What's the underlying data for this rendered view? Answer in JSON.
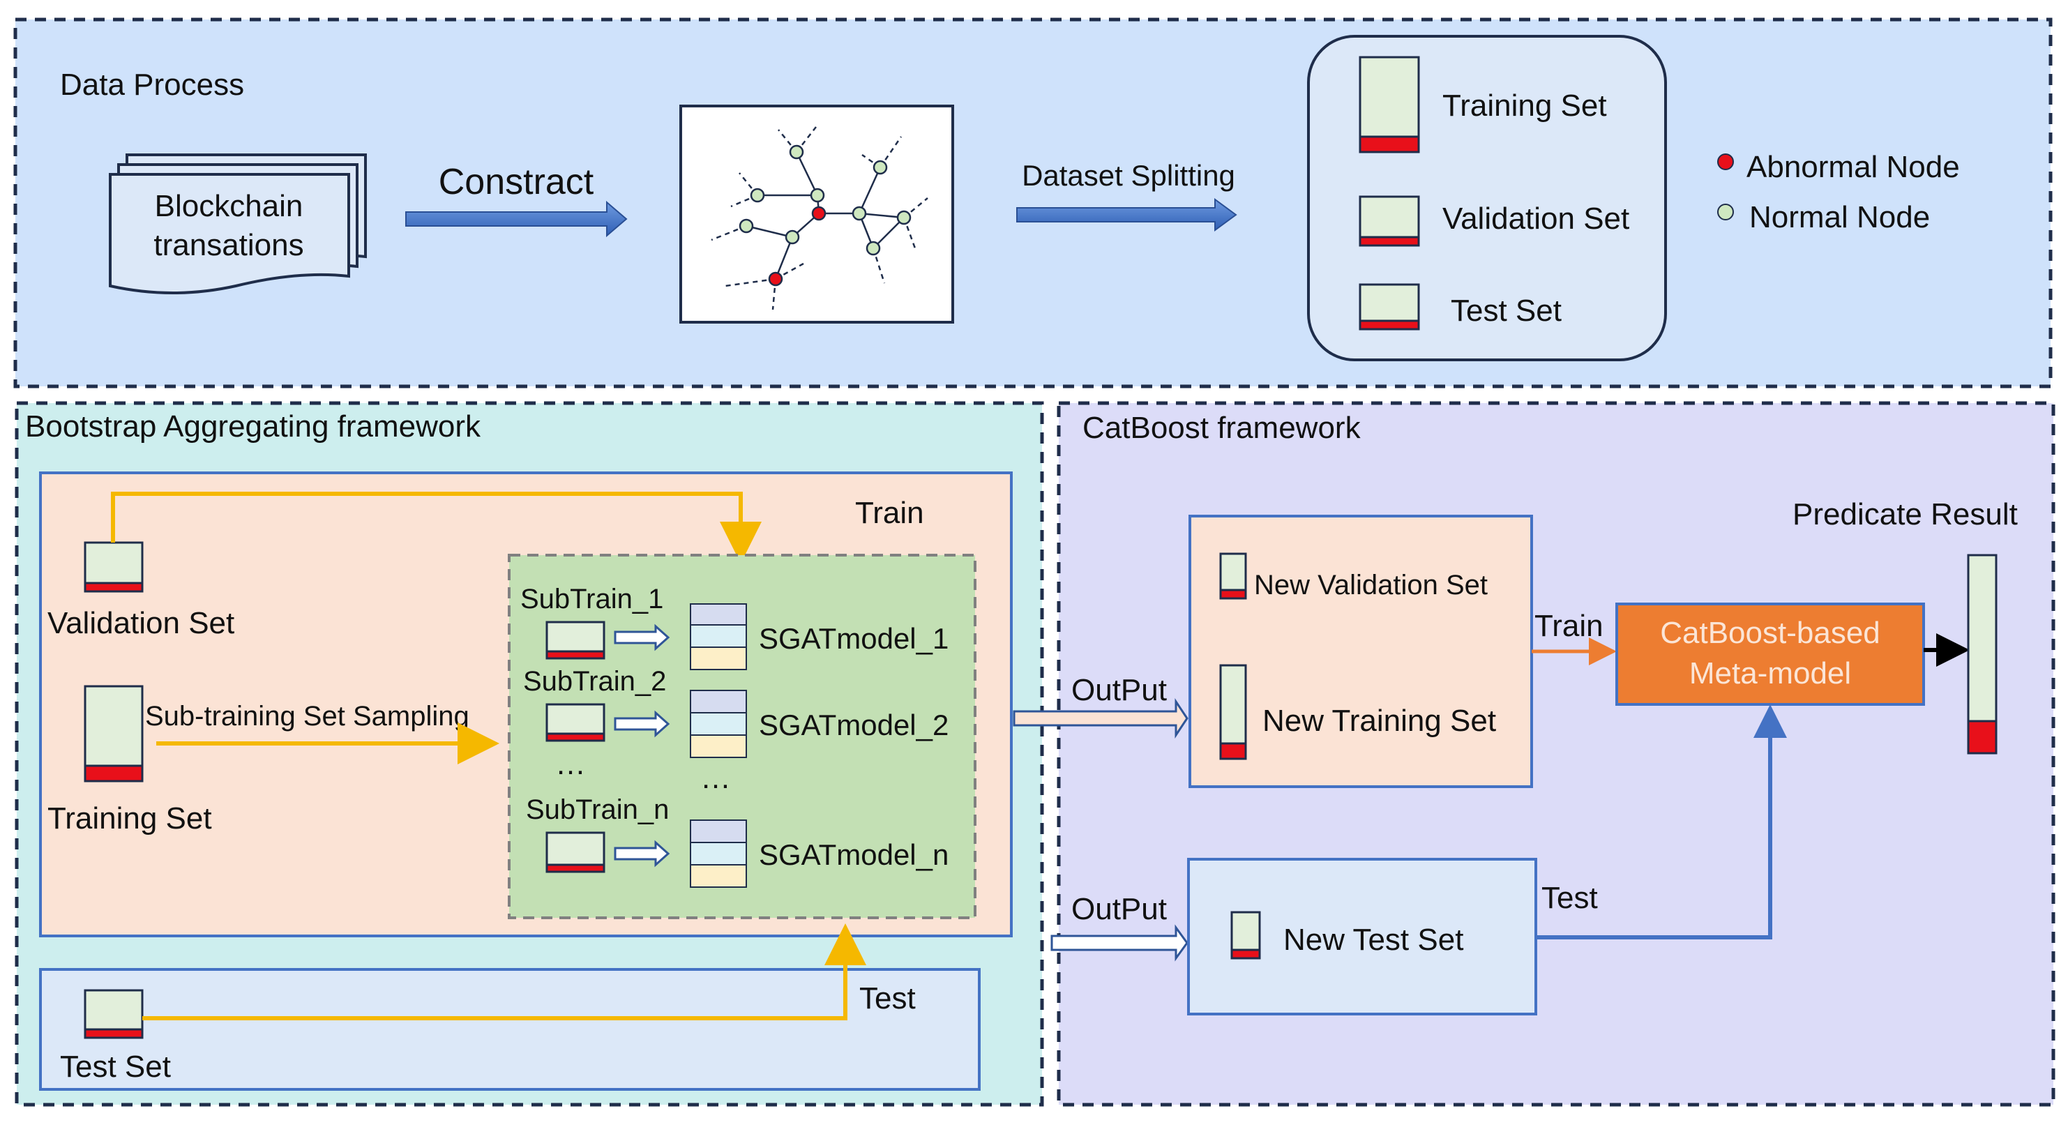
{
  "data_process": {
    "title": "Data Process",
    "doc_line1": "Blockchain",
    "doc_line2": "transations",
    "construct_label": "Constract",
    "split_label": "Dataset Splitting",
    "training_set": "Training Set",
    "validation_set": "Validation Set",
    "test_set": "Test Set",
    "legend_abnormal": "Abnormal Node",
    "legend_normal": "Normal Node"
  },
  "bagging": {
    "title": "Bootstrap Aggregating framework",
    "train_label": "Train",
    "validation_set": "Validation Set",
    "training_set": "Training Set",
    "sampling_label": "Sub-training Set Sampling",
    "subtrain_1": "SubTrain_1",
    "subtrain_2": "SubTrain_2",
    "subtrain_n": "SubTrain_n",
    "model_1": "SGATmodel_1",
    "model_2": "SGATmodel_2",
    "model_n": "SGATmodel_n",
    "ellipsis": "…",
    "test_label": "Test",
    "test_set": "Test Set"
  },
  "catboost": {
    "title": "CatBoost framework",
    "output_1": "OutPut",
    "output_2": "OutPut",
    "new_validation": "New Validation Set",
    "new_training": "New Training Set",
    "new_test": "New Test Set",
    "train_label": "Train",
    "test_label": "Test",
    "meta_line1": "CatBoost-based",
    "meta_line2": "Meta-model",
    "result_label": "Predicate Result"
  },
  "colors": {
    "abnormal": "#e8101a",
    "normal": "#cfe8c0",
    "blue_arrow": "#3b6cc2",
    "yellow": "#f5b800",
    "orange": "#ed7d31"
  }
}
